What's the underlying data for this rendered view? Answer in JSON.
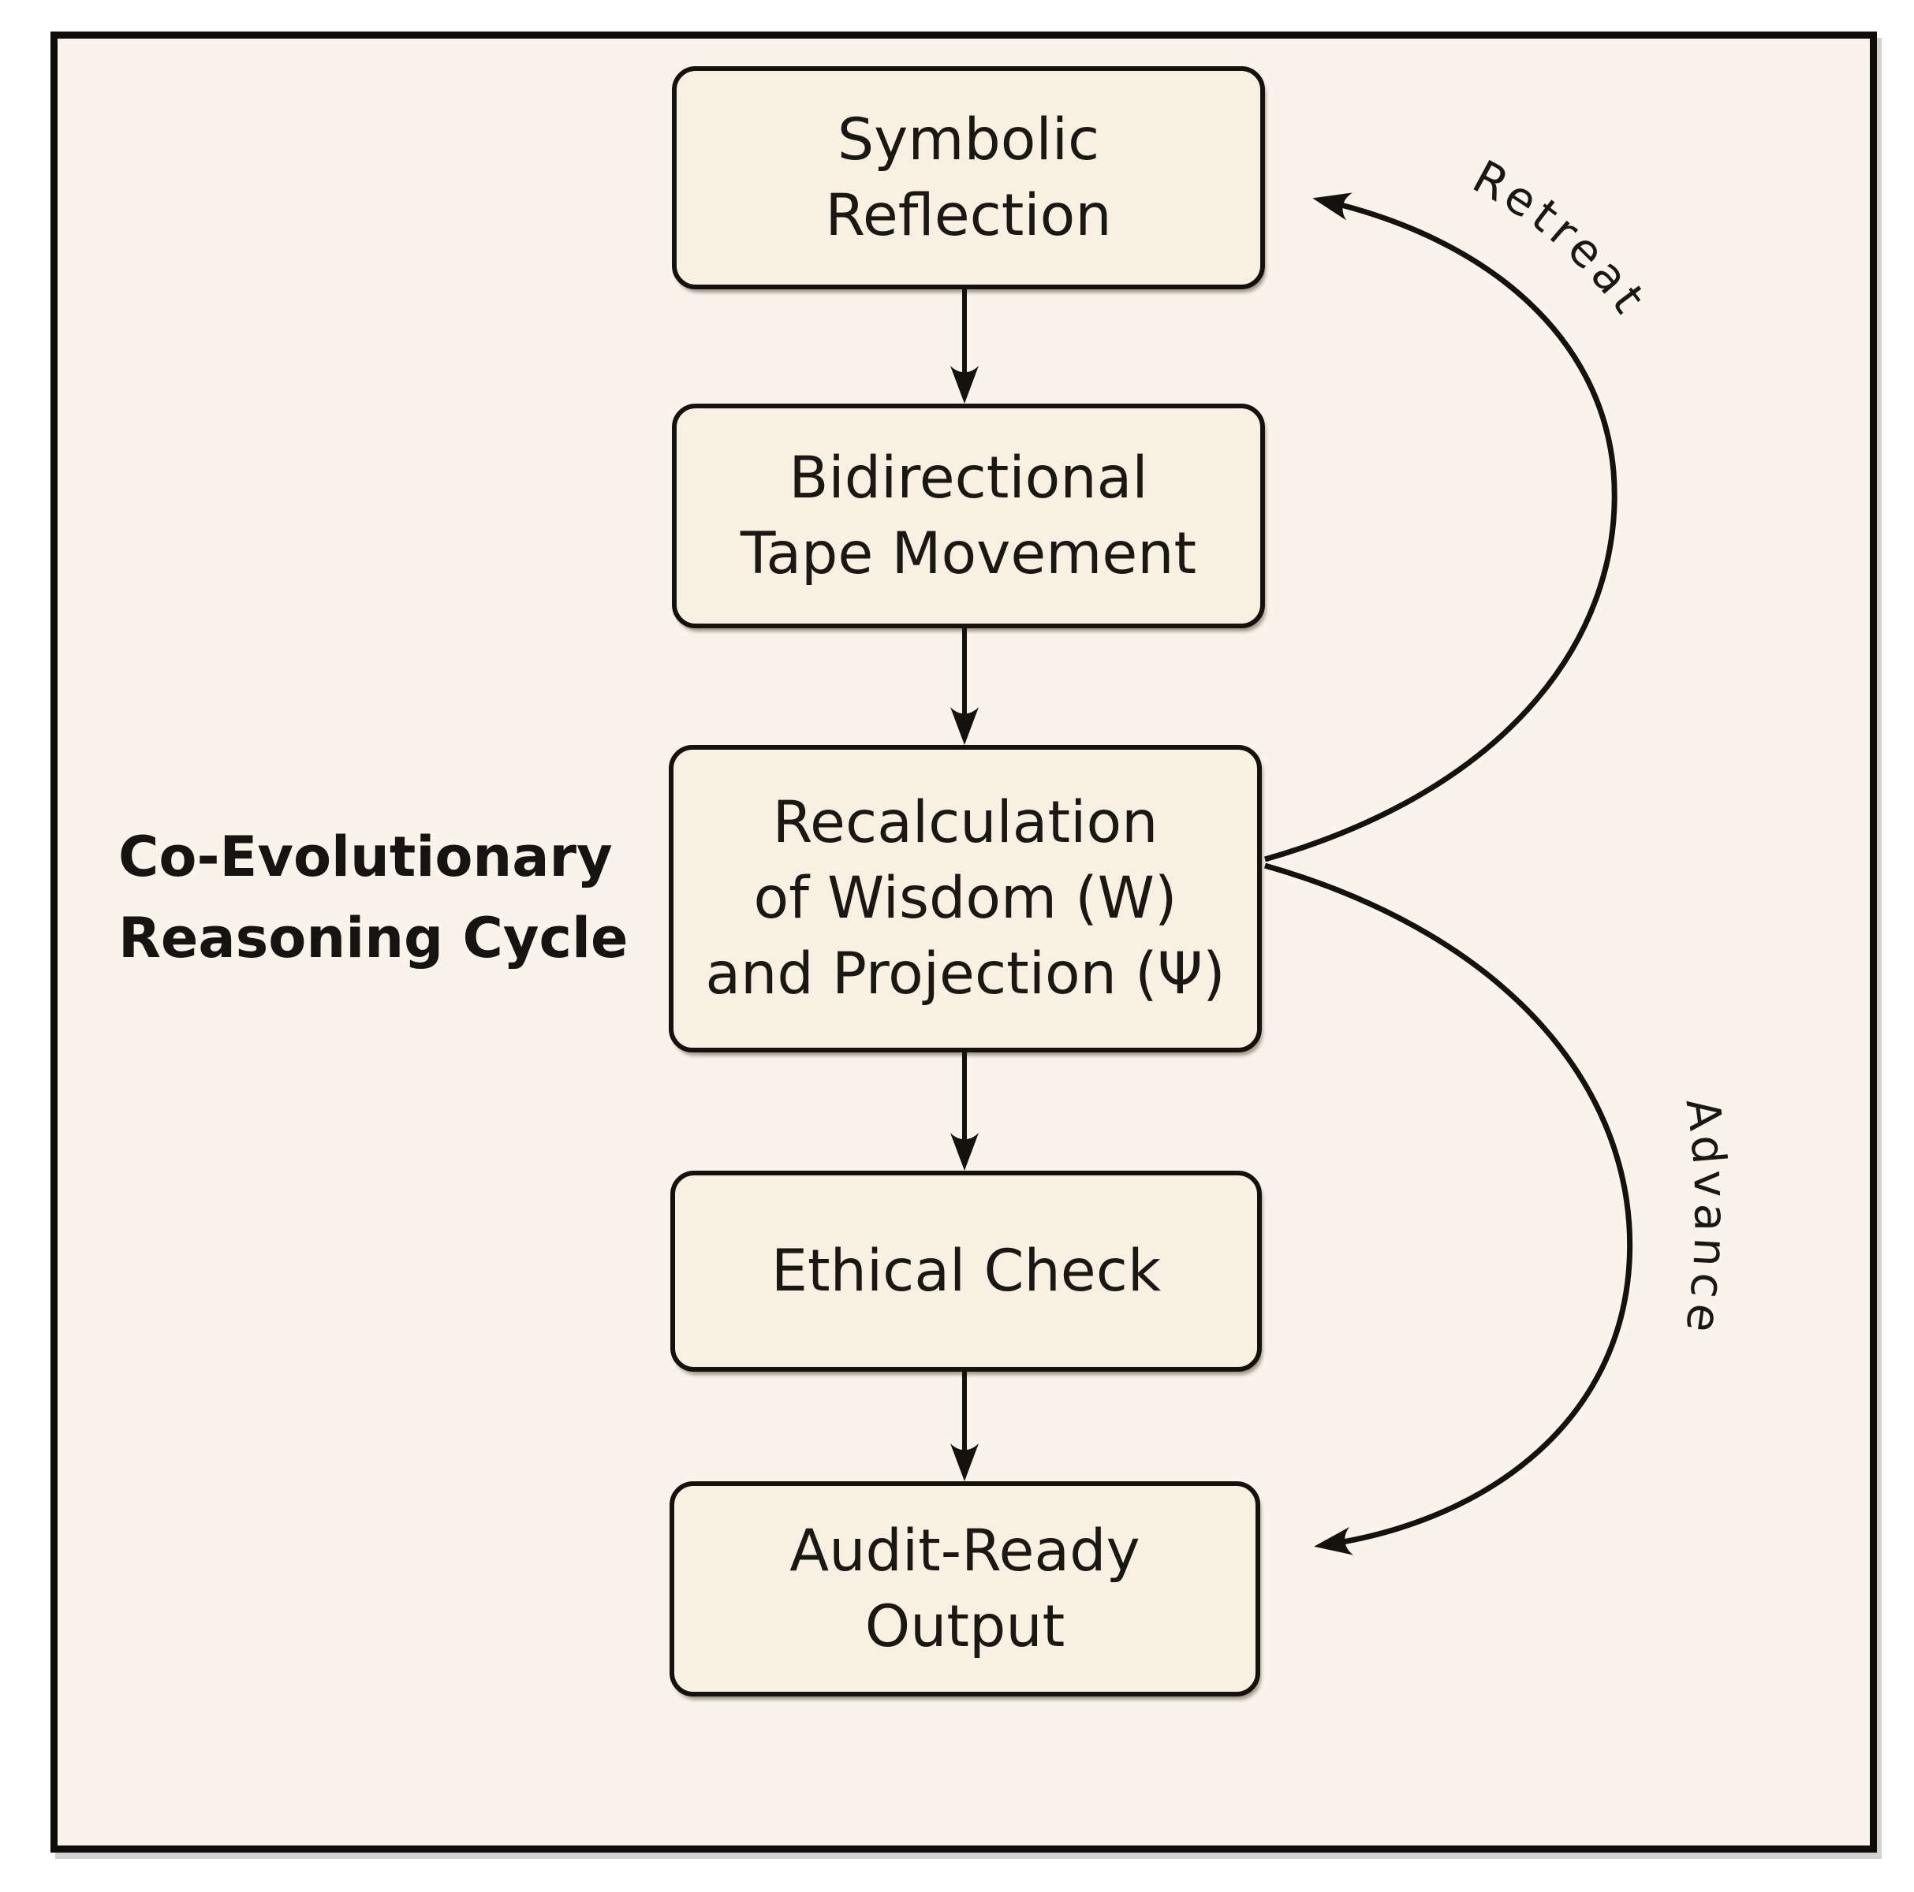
{
  "colors": {
    "page_margin": "#ffffff",
    "canvas_background": "#f8f4ec",
    "node_fill": "#f7f0e3",
    "ink": "#15110c"
  },
  "title": {
    "line1": "Co-Evolutionary",
    "line2": "Reasoning Cycle"
  },
  "nodes": [
    {
      "id": "symbolic-reflection",
      "lines": [
        "Symbolic",
        "Reflection"
      ]
    },
    {
      "id": "bidirectional-tape-movement",
      "lines": [
        "Bidirectional",
        "Tape Movement"
      ]
    },
    {
      "id": "recalculation",
      "lines": [
        "Recalculation",
        "of Wisdom (W)",
        "and Projection (Ψ)"
      ]
    },
    {
      "id": "ethical-check",
      "lines": [
        "Ethical Check"
      ]
    },
    {
      "id": "audit-ready-output",
      "lines": [
        "Audit-Ready",
        "Output"
      ]
    }
  ],
  "edges": {
    "retreat_label": "Retreat",
    "advance_label": "Advance"
  }
}
